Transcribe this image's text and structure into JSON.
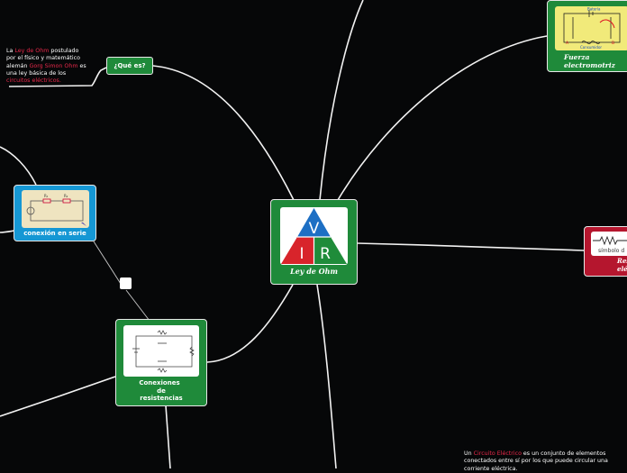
{
  "central": {
    "title": "Ley de Ohm",
    "tri_top": "V",
    "tri_left": "I",
    "tri_right": "R"
  },
  "que_es": {
    "label": "¿Qué es?"
  },
  "note_left": {
    "p1": "La ",
    "h1": "Ley de Ohm",
    "p2": " postulado por el físico y matemático alemán ",
    "h2": "Gorg Simon Ohm",
    "p3": " es una ley básica de los ",
    "h3": "circuitos eléctricos."
  },
  "fuerza": {
    "label": "Fuerza electromotriz",
    "img_top": "Batería",
    "img_bottom": "Consumidor",
    "img_a": "A",
    "img_b": "B"
  },
  "serie": {
    "label": "conexión en serie",
    "r1": "R₁",
    "r2": "R₂"
  },
  "conexiones": {
    "label_1": "Conexiones",
    "label_2": "de",
    "label_3": "resistencias"
  },
  "resist": {
    "label_1": "Res",
    "label_2": "elé",
    "img_caption": "símbolo d"
  },
  "note_bottom": {
    "p1": "Un ",
    "h1": "Circuito Eléctrico",
    "p2": " es un conjunto de elementos conectados entre sí por los que puede circular una corriente eléctrica."
  },
  "colors": {
    "node_green": "#1f8a3a",
    "node_red": "#b5162e",
    "node_blue": "#1597d4",
    "background": "#060708",
    "highlight": "#e8284a"
  }
}
